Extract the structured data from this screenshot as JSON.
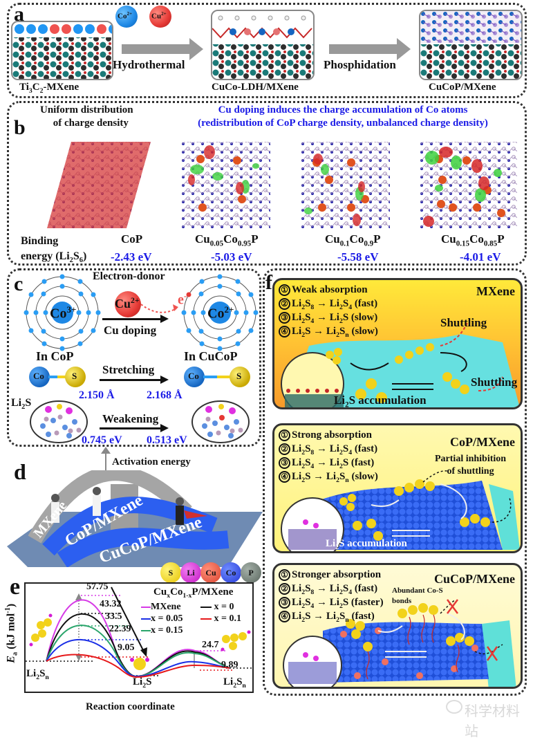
{
  "panel_a": {
    "letter": "a",
    "ions": [
      {
        "label": "Co",
        "charge": "2+",
        "color": "#1e88e5"
      },
      {
        "label": "Cu",
        "charge": "2+",
        "color": "#e53935"
      }
    ],
    "stage1_label": "Ti3C2-MXene",
    "stage1_parts": [
      "Ti",
      "3",
      "C",
      "2",
      "-MXene"
    ],
    "arrow1_label": "Hydrothermal",
    "stage2_label": "CuCo-LDH/MXene",
    "arrow2_label": "Phosphidation",
    "stage3_label": "CuCoP/MXene"
  },
  "panel_b": {
    "letter": "b",
    "left_heading_line1": "Uniform distribution",
    "left_heading_line2": "of charge density",
    "blue_heading_line1": "Cu doping induces the charge accumulation of Co atoms",
    "blue_heading_line2": "(redistribution of CoP charge density, unbalanced charge density)",
    "row_label_line1": "Binding",
    "row_label_line2": "energy (Li2S6)",
    "structures": [
      {
        "name": "CoP",
        "binding_energy": "-2.43 eV"
      },
      {
        "name": "Cu0.05Co0.95P",
        "binding_energy": "-5.03 eV"
      },
      {
        "name": "Cu0.1Co0.9P",
        "binding_energy": "-5.58 eV"
      },
      {
        "name": "Cu0.15Co0.85P",
        "binding_energy": "-4.01 eV"
      }
    ]
  },
  "panel_c": {
    "letter": "c",
    "electron_donor": "Electron-donor",
    "left_ion": "Co3+",
    "dopant": "Cu2+",
    "electron": "e",
    "doping_label": "Cu doping",
    "right_ion": "Co2+",
    "in_cop": "In CoP",
    "in_cucop": "In CuCoP",
    "stretching": "Stretching",
    "bond_left": "2.150 Å",
    "bond_right": "2.168 Å",
    "co_label": "Co",
    "s_label": "S",
    "li2s_label": "Li2S",
    "weakening": "Weakening",
    "energy_left": "0.745 eV",
    "energy_right": "0.513 eV"
  },
  "panel_d": {
    "letter": "d",
    "activation_energy": "Activation energy",
    "bridges": [
      "MXene",
      "CoP/MXene",
      "CuCoP/MXene"
    ]
  },
  "element_legend": [
    {
      "symbol": "S",
      "color": "#f2d21b"
    },
    {
      "symbol": "Li",
      "color": "#d41bd4"
    },
    {
      "symbol": "Cu",
      "color": "#e0533f"
    },
    {
      "symbol": "Co",
      "color": "#2c4fe0"
    },
    {
      "symbol": "P",
      "color": "#6b7a70"
    }
  ],
  "panel_e": {
    "letter": "e"
  },
  "chart_data": {
    "type": "line",
    "title": "CuxCo1-xP/MXene",
    "xlabel": "Reaction coordinate",
    "ylabel": "Ea (kJ mol-1)",
    "x_labels": [
      "Li2Sn",
      "Li2S",
      "Li2Sn"
    ],
    "series": [
      {
        "name": "MXene",
        "color": "#d63ae6",
        "barrier1": 57.75,
        "barrier2": 24.7
      },
      {
        "name": "x = 0",
        "color": "#111111",
        "barrier1": 43.32,
        "barrier2": 24.0
      },
      {
        "name": "x = 0.15",
        "color": "#2aa56b",
        "barrier1": 33.5,
        "barrier2": 23.0
      },
      {
        "name": "x = 0.05",
        "color": "#1a2ee6",
        "barrier1": 22.39,
        "barrier2": 12.5
      },
      {
        "name": "x = 0.1",
        "color": "#e6181a",
        "barrier1": 9.05,
        "barrier2": 9.89
      }
    ],
    "annotations": [
      "57.75",
      "43.32",
      "33.5",
      "22.39",
      "9.05",
      "24.7",
      "9.89"
    ],
    "legend": [
      "MXene",
      "x = 0",
      "x = 0.05",
      "x = 0.1",
      "x = 0.15"
    ],
    "legend_title": "CuxCo1-xP/MXene",
    "grid": false
  },
  "panel_f": {
    "letter": "f",
    "subpanels": [
      {
        "title": "MXene",
        "steps": [
          "Weak absorption",
          "Li2S8 → Li2S4 (fast)",
          "Li2S4 → Li2S (slow)",
          "Li2S → Li2Sn (slow)"
        ],
        "annotations": [
          "Shuttling",
          "Shuttling",
          "Li2S accumulation"
        ]
      },
      {
        "title": "CoP/MXene",
        "steps": [
          "Strong absorption",
          "Li2S8 → Li2S4 (fast)",
          "Li2S4 → Li2S (fast)",
          "Li2S → Li2Sn (slow)"
        ],
        "annotations": [
          "Partial inhibition",
          "of shuttling",
          "Li2S accumulation"
        ]
      },
      {
        "title": "CuCoP/MXene",
        "steps": [
          "Stronger absorption",
          "Li2S8 → Li2S4 (fast)",
          "Li2S4 → Li2S (faster)",
          "Li2S → Li2Sn (fast)"
        ],
        "annotations": [
          "Abundant Co-S",
          "bonds"
        ]
      }
    ],
    "circled_numbers": [
      "①",
      "②",
      "③",
      "④"
    ]
  },
  "watermark": "科学材料站"
}
